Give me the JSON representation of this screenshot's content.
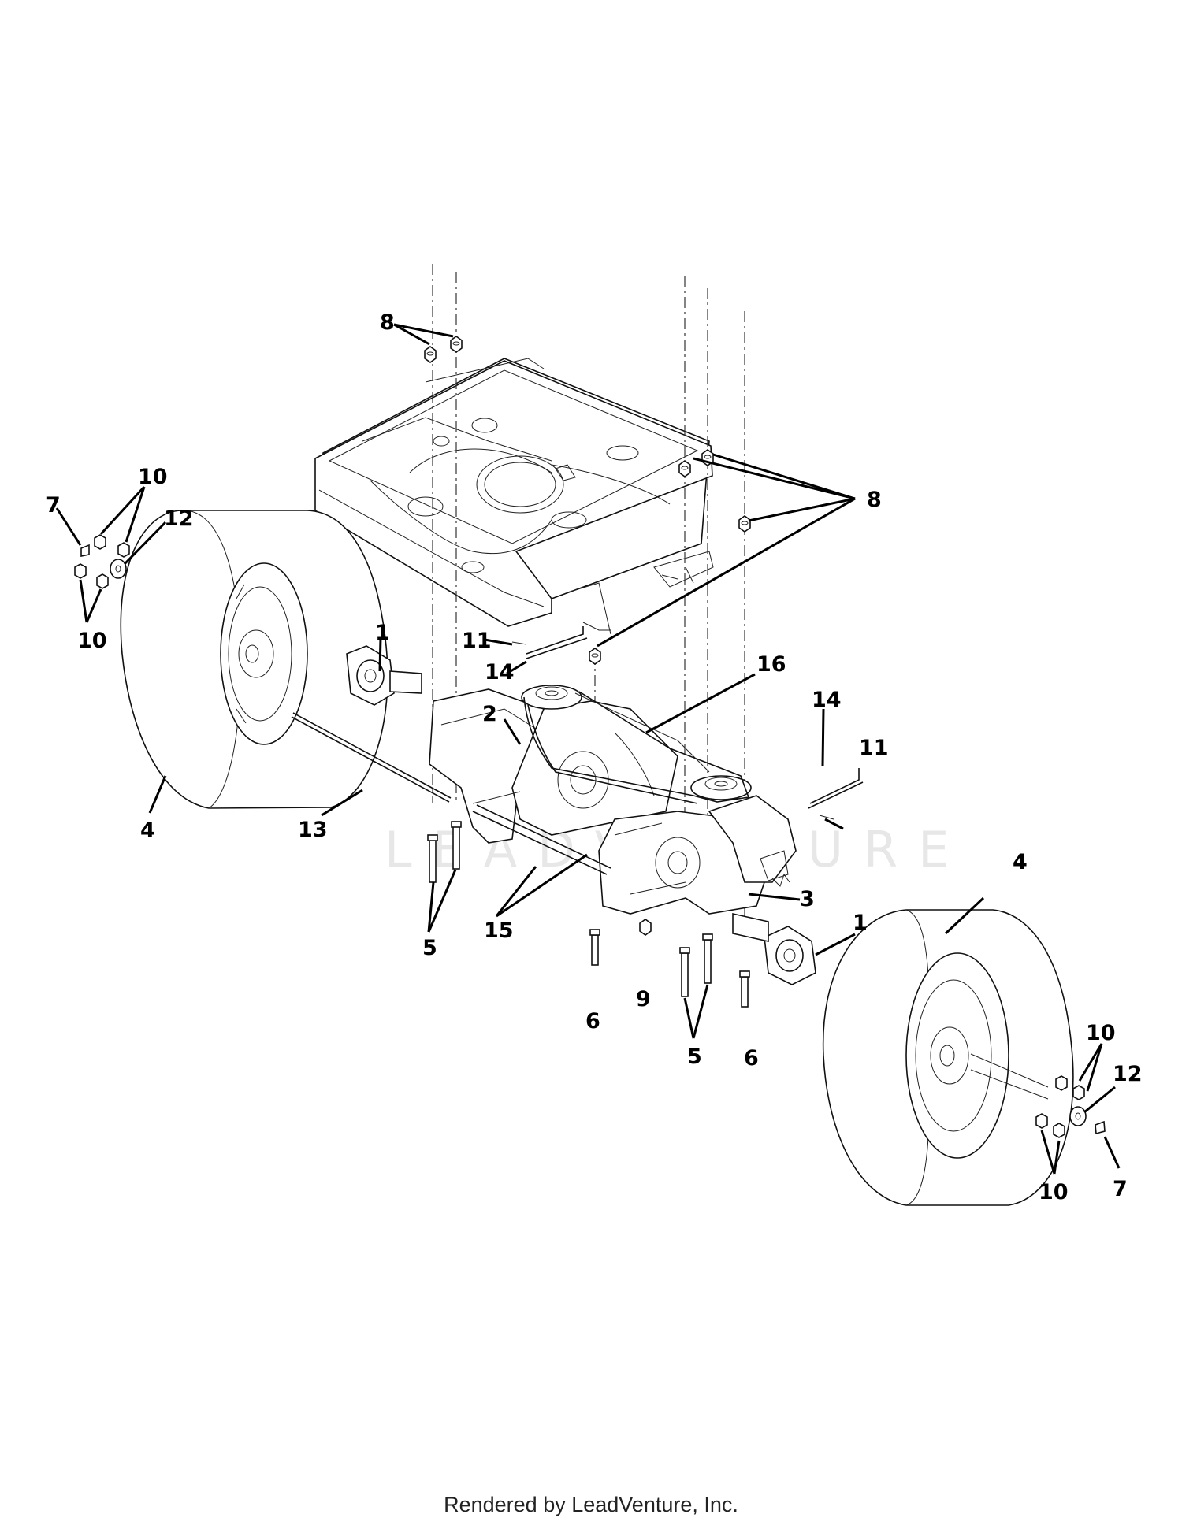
{
  "footer_text": "Rendered by LeadVenture, Inc.",
  "watermark_text": "LEADVENTURE",
  "callouts": [
    {
      "id": "c8a",
      "label": "8"
    },
    {
      "id": "c8b",
      "label": "8"
    },
    {
      "id": "c10a",
      "label": "10"
    },
    {
      "id": "c7a",
      "label": "7"
    },
    {
      "id": "c12a",
      "label": "12"
    },
    {
      "id": "c10b",
      "label": "10"
    },
    {
      "id": "c1a",
      "label": "1"
    },
    {
      "id": "c11a",
      "label": "11"
    },
    {
      "id": "c14a",
      "label": "14"
    },
    {
      "id": "c16",
      "label": "16"
    },
    {
      "id": "c2",
      "label": "2"
    },
    {
      "id": "c14b",
      "label": "14"
    },
    {
      "id": "c11b",
      "label": "11"
    },
    {
      "id": "c4a",
      "label": "4"
    },
    {
      "id": "c13",
      "label": "13"
    },
    {
      "id": "c4b",
      "label": "4"
    },
    {
      "id": "c3",
      "label": "3"
    },
    {
      "id": "c1b",
      "label": "1"
    },
    {
      "id": "c5a",
      "label": "5"
    },
    {
      "id": "c15",
      "label": "15"
    },
    {
      "id": "c9",
      "label": "9"
    },
    {
      "id": "c6a",
      "label": "6"
    },
    {
      "id": "c5b",
      "label": "5"
    },
    {
      "id": "c6b",
      "label": "6"
    },
    {
      "id": "c10c",
      "label": "10"
    },
    {
      "id": "c12b",
      "label": "12"
    },
    {
      "id": "c10d",
      "label": "10"
    },
    {
      "id": "c7b",
      "label": "7"
    }
  ]
}
